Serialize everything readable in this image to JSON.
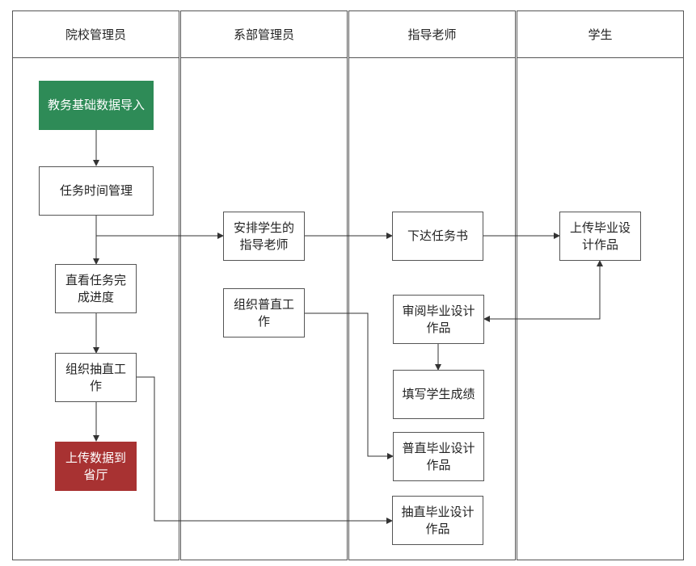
{
  "lanes": [
    {
      "title": "院校管理员"
    },
    {
      "title": "系部管理员"
    },
    {
      "title": "指导老师"
    },
    {
      "title": "学生"
    }
  ],
  "nodes": {
    "import_data": "教务基础数据导入",
    "task_time": "任务时间管理",
    "view_progress": "直看任务完成进度",
    "org_sampling": "组织抽直工作",
    "upload_province": "上传数据到省厅",
    "assign_advisor": "安排学生的指导老师",
    "org_general": "组织普直工作",
    "issue_task": "下达任务书",
    "review_design": "审阅毕业设计作品",
    "fill_grade": "填写学生成绩",
    "general_check": "普直毕业设计作品",
    "sample_check": "抽直毕业设计作品",
    "upload_design": "上传毕业设计作品"
  },
  "colors": {
    "start": "#2e8b57",
    "end": "#a83232",
    "line": "#333333"
  }
}
